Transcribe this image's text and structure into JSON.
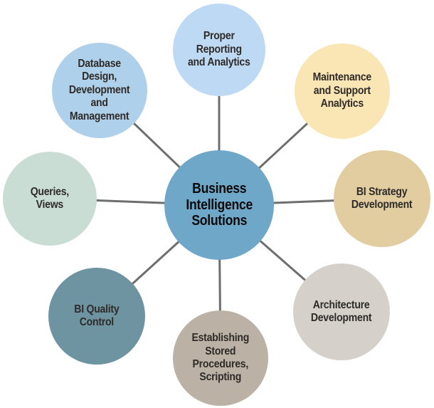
{
  "diagram": {
    "title": "Business Intelligence Solutions",
    "line_color": "#6E6E6E",
    "text_color": "#2E2B29",
    "center_text_color": "#0A0A0A",
    "center": {
      "label": "Business\nIntelligence\nSolutions",
      "color": "#6FA7C9"
    },
    "nodes": [
      {
        "id": "proper-reporting-and-analytics",
        "label": "Proper\nReporting\nand Analytics",
        "color": "#BED9F3",
        "position": "top"
      },
      {
        "id": "maintenance-and-support-analytics",
        "label": "Maintenance\nand Support\nAnalytics",
        "color": "#FAE5B4",
        "position": "top-right"
      },
      {
        "id": "bi-strategy-development",
        "label": "BI Strategy\nDevelopment",
        "color": "#E2CDA1",
        "position": "right"
      },
      {
        "id": "architecture-development",
        "label": "Architecture\nDevelopment",
        "color": "#D5D1CA",
        "position": "bottom-right"
      },
      {
        "id": "establishing-stored-procedures-scripting",
        "label": "Establishing\nStored\nProcedures,\nScripting",
        "color": "#BBB2A5",
        "position": "bottom"
      },
      {
        "id": "bi-quality-control",
        "label": "BI Quality\nControl",
        "color": "#6E94A2",
        "position": "bottom-left"
      },
      {
        "id": "queries-views",
        "label": "Queries,\nViews",
        "color": "#CADDD4",
        "position": "left"
      },
      {
        "id": "database-design-development-and-management",
        "label": "Database\nDesign,\nDevelopment\nand\nManagement",
        "color": "#AFD0EA",
        "position": "top-left"
      }
    ]
  }
}
